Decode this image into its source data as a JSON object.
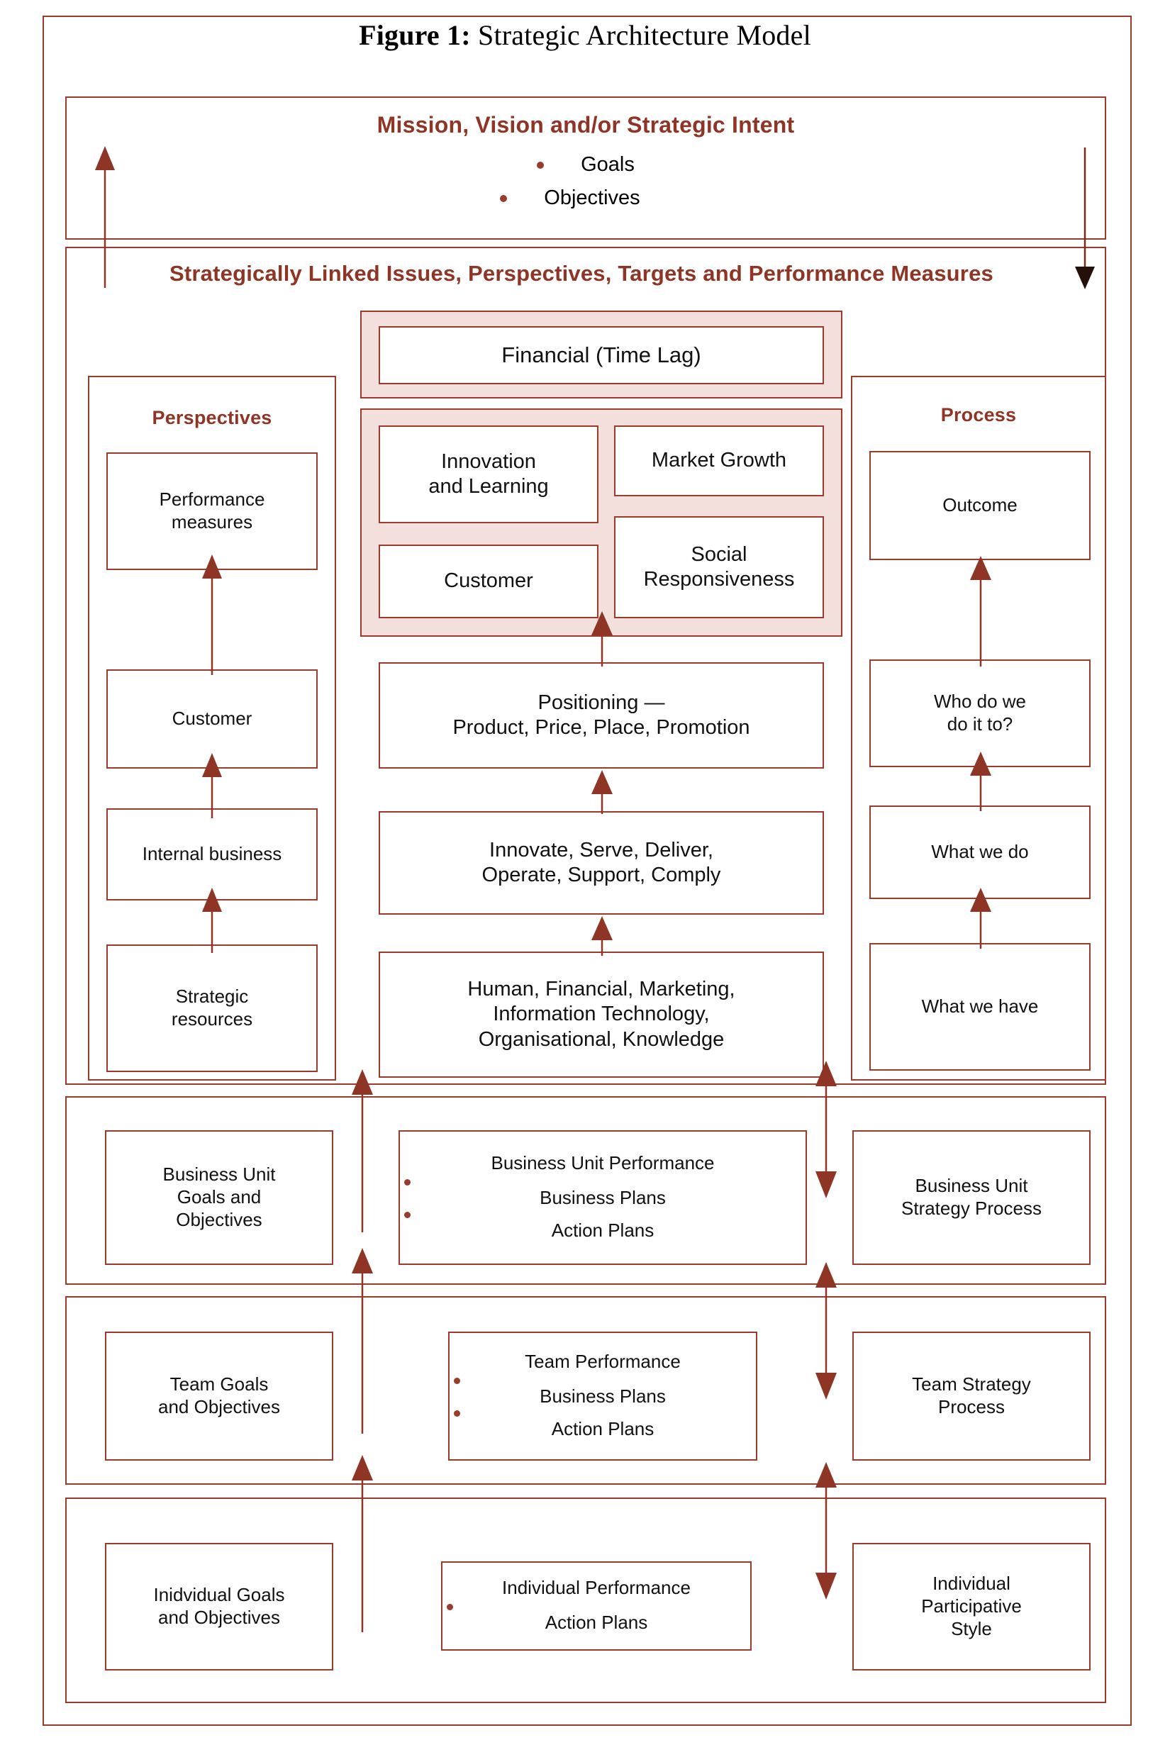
{
  "figure": {
    "label": "Figure 1:",
    "title": "Strategic Architecture Model"
  },
  "colors": {
    "accent": "#9B3B2C",
    "heading_text": "#8E3525",
    "panel_fill": "#F3DFDB",
    "box_fill": "#FFFFFF",
    "body_text": "#111111"
  },
  "mission": {
    "heading": "Mission, Vision and/or Strategic Intent",
    "bullets": [
      "Goals",
      "Objectives"
    ]
  },
  "linked": {
    "heading": "Strategically Linked Issues, Perspectives, Targets and Performance Measures"
  },
  "perspectives_panel": {
    "heading": "Perspectives",
    "items": [
      "Performance\nmeasures",
      "Customer",
      "Internal business",
      "Strategic\nresources"
    ]
  },
  "center": {
    "financial": "Financial (Time Lag)",
    "grid": [
      "Innovation\nand Learning",
      "Market Growth",
      "Customer",
      "Social\nResponsiveness"
    ],
    "stack": [
      "Positioning —\nProduct, Price, Place, Promotion",
      "Innovate, Serve, Deliver,\nOperate, Support, Comply",
      "Human, Financial, Marketing,\nInformation Technology,\nOrganisational, Knowledge"
    ]
  },
  "process_panel": {
    "heading": "Process",
    "items": [
      "Outcome",
      "Who do we\ndo it to?",
      "What we do",
      "What we have"
    ]
  },
  "rows": [
    {
      "left": "Business Unit\nGoals and\nObjectives",
      "center_title": "Business Unit Performance",
      "center_bullets": [
        "Business Plans",
        "Action Plans"
      ],
      "right": "Business Unit\nStrategy Process"
    },
    {
      "left": "Team Goals\nand Objectives",
      "center_title": "Team Performance",
      "center_bullets": [
        "Business Plans",
        "Action Plans"
      ],
      "right": "Team Strategy\nProcess"
    },
    {
      "left": "Inidvidual Goals\nand Objectives",
      "center_title": "Individual  Performance",
      "center_bullets": [
        "Action Plans"
      ],
      "right": "Individual\nParticipative\nStyle"
    }
  ]
}
